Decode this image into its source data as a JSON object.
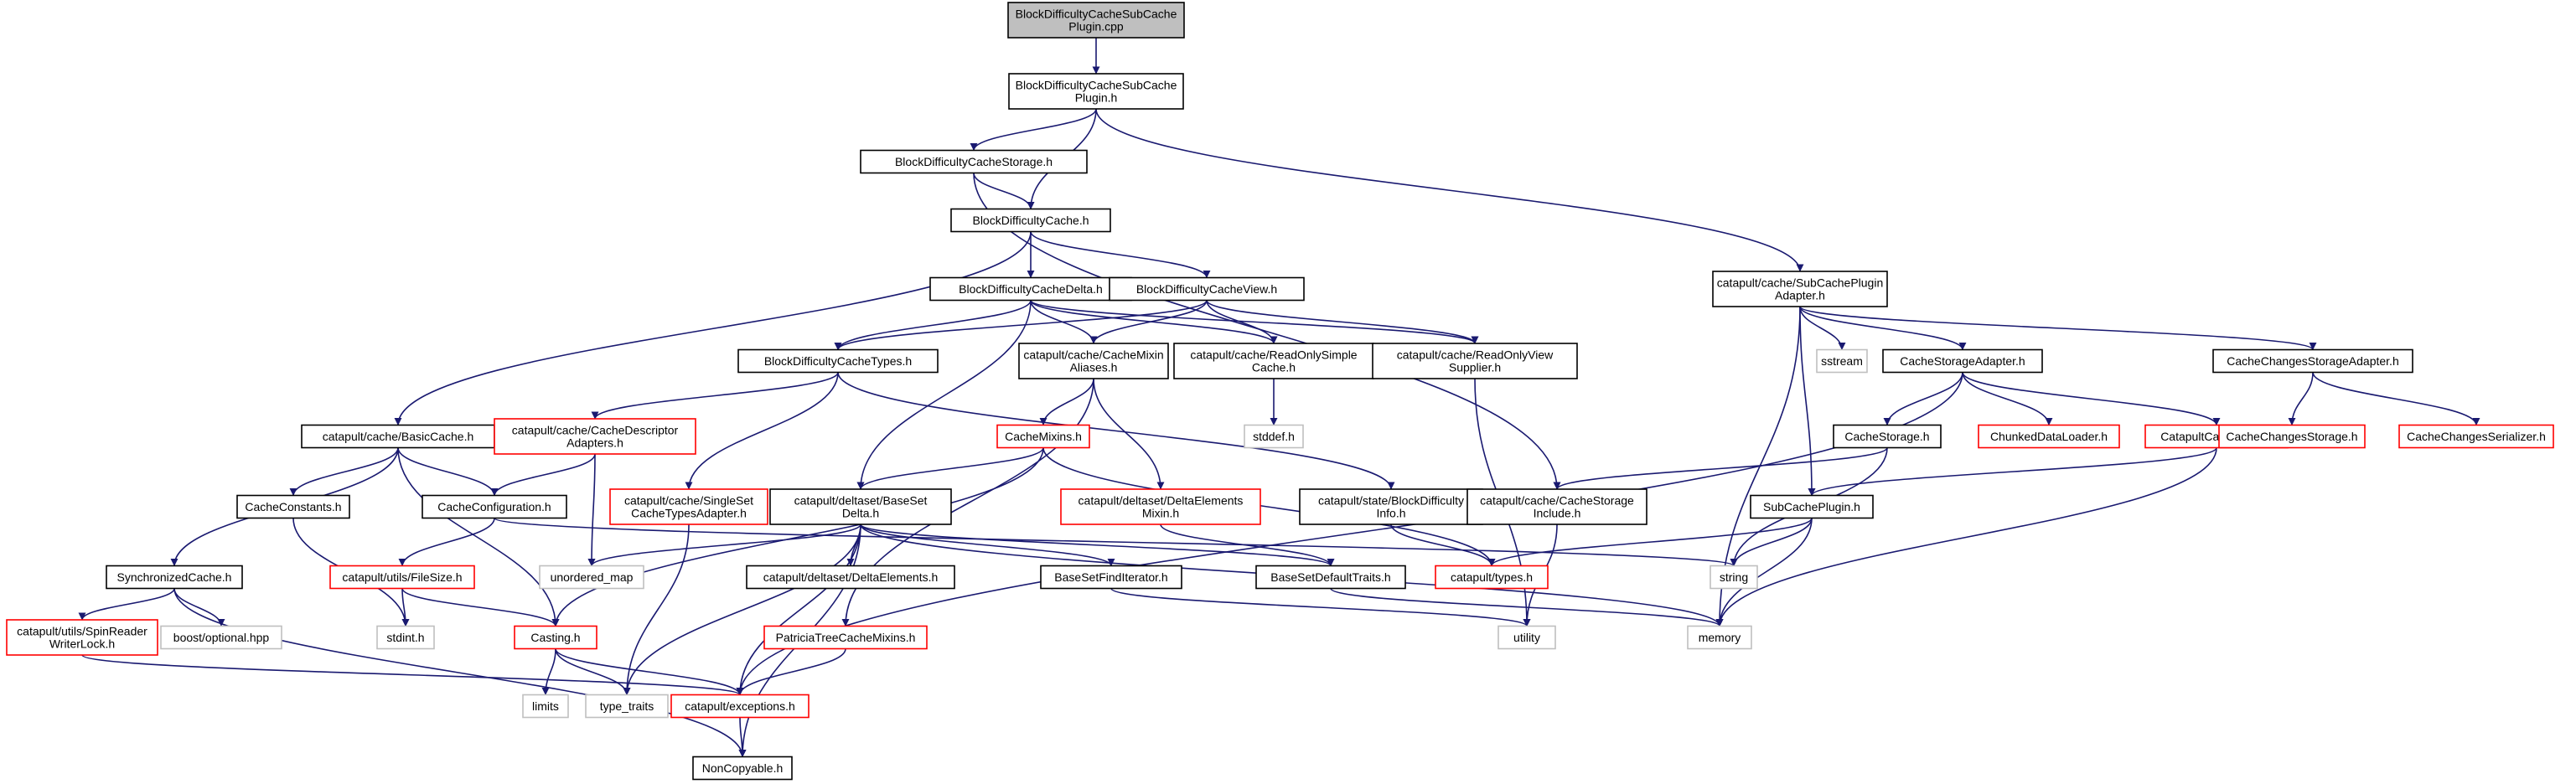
{
  "colors": {
    "edge": "#191970",
    "root_fill": "#bfbfbf",
    "normal_border": "#000000",
    "external_border": "#bfbfbf",
    "unexpanded_border": "#ff0000",
    "node_fill": "#ffffff"
  },
  "nodes": [
    {
      "id": "root",
      "kind": "root",
      "lines": [
        "BlockDifficultyCacheSubCache",
        "Plugin.cpp"
      ]
    },
    {
      "id": "plugin_h",
      "kind": "normal",
      "lines": [
        "BlockDifficultyCacheSubCache",
        "Plugin.h"
      ]
    },
    {
      "id": "storage_h",
      "kind": "normal",
      "lines": [
        "BlockDifficultyCacheStorage.h"
      ]
    },
    {
      "id": "cache_h",
      "kind": "normal",
      "lines": [
        "BlockDifficultyCache.h"
      ]
    },
    {
      "id": "delta_h",
      "kind": "normal",
      "lines": [
        "BlockDifficultyCacheDelta.h"
      ]
    },
    {
      "id": "view_h",
      "kind": "normal",
      "lines": [
        "BlockDifficultyCacheView.h"
      ]
    },
    {
      "id": "types_h",
      "kind": "normal",
      "lines": [
        "BlockDifficultyCacheTypes.h"
      ]
    },
    {
      "id": "mixin_aliases",
      "kind": "normal",
      "lines": [
        "catapult/cache/CacheMixin",
        "Aliases.h"
      ]
    },
    {
      "id": "readonly_simple",
      "kind": "normal",
      "lines": [
        "catapult/cache/ReadOnlySimple",
        "Cache.h"
      ]
    },
    {
      "id": "readonly_view",
      "kind": "normal",
      "lines": [
        "catapult/cache/ReadOnlyView",
        "Supplier.h"
      ]
    },
    {
      "id": "subcache_adapter",
      "kind": "normal",
      "lines": [
        "catapult/cache/SubCachePlugin",
        "Adapter.h"
      ]
    },
    {
      "id": "sstream",
      "kind": "external",
      "lines": [
        "sstream"
      ]
    },
    {
      "id": "storage_adapter",
      "kind": "normal",
      "lines": [
        "CacheStorageAdapter.h"
      ]
    },
    {
      "id": "changes_adapter",
      "kind": "normal",
      "lines": [
        "CacheChangesStorageAdapter.h"
      ]
    },
    {
      "id": "stddef",
      "kind": "external",
      "lines": [
        "stddef.h"
      ]
    },
    {
      "id": "basic_cache",
      "kind": "normal",
      "lines": [
        "catapult/cache/BasicCache.h"
      ]
    },
    {
      "id": "descriptor_adapters",
      "kind": "unexpanded",
      "lines": [
        "catapult/cache/CacheDescriptor",
        "Adapters.h"
      ]
    },
    {
      "id": "cache_mixins",
      "kind": "unexpanded",
      "lines": [
        "CacheMixins.h"
      ]
    },
    {
      "id": "delta_elements_mixin",
      "kind": "unexpanded",
      "lines": [
        "catapult/deltaset/DeltaElements",
        "Mixin.h"
      ]
    },
    {
      "id": "block_difficulty_info",
      "kind": "normal",
      "lines": [
        "catapult/state/BlockDifficulty",
        "Info.h"
      ]
    },
    {
      "id": "cache_storage_include",
      "kind": "normal",
      "lines": [
        "catapult/cache/CacheStorage",
        "Include.h"
      ]
    },
    {
      "id": "cache_storage",
      "kind": "normal",
      "lines": [
        "CacheStorage.h"
      ]
    },
    {
      "id": "chunked_loader",
      "kind": "unexpanded",
      "lines": [
        "ChunkedDataLoader.h"
      ]
    },
    {
      "id": "catapult_cache_view",
      "kind": "unexpanded",
      "lines": [
        "CatapultCacheView.h"
      ]
    },
    {
      "id": "changes_storage",
      "kind": "unexpanded",
      "lines": [
        "CacheChangesStorage.h"
      ]
    },
    {
      "id": "changes_serializer",
      "kind": "unexpanded",
      "lines": [
        "CacheChangesSerializer.h"
      ]
    },
    {
      "id": "cache_constants",
      "kind": "normal",
      "lines": [
        "CacheConstants.h"
      ]
    },
    {
      "id": "cache_configuration",
      "kind": "normal",
      "lines": [
        "CacheConfiguration.h"
      ]
    },
    {
      "id": "singleset_adapter",
      "kind": "unexpanded",
      "lines": [
        "catapult/cache/SingleSet",
        "CacheTypesAdapter.h"
      ]
    },
    {
      "id": "baseset_delta",
      "kind": "normal",
      "lines": [
        "catapult/deltaset/BaseSet",
        "Delta.h"
      ]
    },
    {
      "id": "subcache_plugin",
      "kind": "normal",
      "lines": [
        "SubCachePlugin.h"
      ]
    },
    {
      "id": "synchronized_cache",
      "kind": "normal",
      "lines": [
        "SynchronizedCache.h"
      ]
    },
    {
      "id": "filesize",
      "kind": "unexpanded",
      "lines": [
        "catapult/utils/FileSize.h"
      ]
    },
    {
      "id": "unordered_map",
      "kind": "external",
      "lines": [
        "unordered_map"
      ]
    },
    {
      "id": "delta_elements",
      "kind": "normal",
      "lines": [
        "catapult/deltaset/DeltaElements.h"
      ]
    },
    {
      "id": "find_iterator",
      "kind": "normal",
      "lines": [
        "BaseSetFindIterator.h"
      ]
    },
    {
      "id": "default_traits",
      "kind": "normal",
      "lines": [
        "BaseSetDefaultTraits.h"
      ]
    },
    {
      "id": "types_h_cat",
      "kind": "unexpanded",
      "lines": [
        "catapult/types.h"
      ]
    },
    {
      "id": "string",
      "kind": "external",
      "lines": [
        "string"
      ]
    },
    {
      "id": "spin_lock",
      "kind": "unexpanded",
      "lines": [
        "catapult/utils/SpinReader",
        "WriterLock.h"
      ]
    },
    {
      "id": "boost_optional",
      "kind": "external",
      "lines": [
        "boost/optional.hpp"
      ]
    },
    {
      "id": "stdint",
      "kind": "external",
      "lines": [
        "stdint.h"
      ]
    },
    {
      "id": "casting",
      "kind": "unexpanded",
      "lines": [
        "Casting.h"
      ]
    },
    {
      "id": "patricia",
      "kind": "unexpanded",
      "lines": [
        "PatriciaTreeCacheMixins.h"
      ]
    },
    {
      "id": "utility",
      "kind": "external",
      "lines": [
        "utility"
      ]
    },
    {
      "id": "memory",
      "kind": "external",
      "lines": [
        "memory"
      ]
    },
    {
      "id": "limits",
      "kind": "external",
      "lines": [
        "limits"
      ]
    },
    {
      "id": "type_traits",
      "kind": "external",
      "lines": [
        "type_traits"
      ]
    },
    {
      "id": "exceptions",
      "kind": "unexpanded",
      "lines": [
        "catapult/exceptions.h"
      ]
    },
    {
      "id": "noncopyable",
      "kind": "normal",
      "lines": [
        "NonCopyable.h"
      ]
    }
  ],
  "edges": [
    [
      "root",
      "plugin_h"
    ],
    [
      "plugin_h",
      "storage_h"
    ],
    [
      "plugin_h",
      "cache_h"
    ],
    [
      "plugin_h",
      "subcache_adapter"
    ],
    [
      "storage_h",
      "cache_h"
    ],
    [
      "storage_h",
      "cache_storage_include"
    ],
    [
      "cache_h",
      "delta_h"
    ],
    [
      "cache_h",
      "view_h"
    ],
    [
      "cache_h",
      "basic_cache"
    ],
    [
      "delta_h",
      "types_h"
    ],
    [
      "delta_h",
      "mixin_aliases"
    ],
    [
      "delta_h",
      "readonly_simple"
    ],
    [
      "delta_h",
      "readonly_view"
    ],
    [
      "delta_h",
      "baseset_delta"
    ],
    [
      "view_h",
      "types_h"
    ],
    [
      "view_h",
      "mixin_aliases"
    ],
    [
      "view_h",
      "readonly_simple"
    ],
    [
      "view_h",
      "readonly_view"
    ],
    [
      "types_h",
      "descriptor_adapters"
    ],
    [
      "types_h",
      "singleset_adapter"
    ],
    [
      "types_h",
      "block_difficulty_info"
    ],
    [
      "mixin_aliases",
      "cache_mixins"
    ],
    [
      "mixin_aliases",
      "delta_elements_mixin"
    ],
    [
      "mixin_aliases",
      "patricia"
    ],
    [
      "readonly_simple",
      "stddef"
    ],
    [
      "readonly_view",
      "utility"
    ],
    [
      "subcache_adapter",
      "sstream"
    ],
    [
      "subcache_adapter",
      "storage_adapter"
    ],
    [
      "subcache_adapter",
      "changes_adapter"
    ],
    [
      "subcache_adapter",
      "subcache_plugin"
    ],
    [
      "subcache_adapter",
      "memory"
    ],
    [
      "storage_adapter",
      "cache_storage"
    ],
    [
      "storage_adapter",
      "chunked_loader"
    ],
    [
      "storage_adapter",
      "catapult_cache_view"
    ],
    [
      "storage_adapter",
      "exceptions"
    ],
    [
      "changes_adapter",
      "changes_storage"
    ],
    [
      "changes_adapter",
      "changes_serializer"
    ],
    [
      "basic_cache",
      "cache_constants"
    ],
    [
      "basic_cache",
      "cache_configuration"
    ],
    [
      "basic_cache",
      "synchronized_cache"
    ],
    [
      "basic_cache",
      "casting"
    ],
    [
      "descriptor_adapters",
      "cache_configuration"
    ],
    [
      "descriptor_adapters",
      "unordered_map"
    ],
    [
      "cache_mixins",
      "baseset_delta"
    ],
    [
      "cache_mixins",
      "types_h_cat"
    ],
    [
      "cache_mixins",
      "casting"
    ],
    [
      "delta_elements_mixin",
      "default_traits"
    ],
    [
      "block_difficulty_info",
      "types_h_cat"
    ],
    [
      "cache_storage_include",
      "utility"
    ],
    [
      "cache_storage",
      "cache_storage_include"
    ],
    [
      "cache_storage",
      "string"
    ],
    [
      "catapult_cache_view",
      "subcache_plugin"
    ],
    [
      "catapult_cache_view",
      "memory"
    ],
    [
      "cache_constants",
      "stdint"
    ],
    [
      "cache_configuration",
      "filesize"
    ],
    [
      "cache_configuration",
      "string"
    ],
    [
      "singleset_adapter",
      "type_traits"
    ],
    [
      "baseset_delta",
      "unordered_map"
    ],
    [
      "baseset_delta",
      "delta_elements"
    ],
    [
      "baseset_delta",
      "find_iterator"
    ],
    [
      "baseset_delta",
      "default_traits"
    ],
    [
      "baseset_delta",
      "type_traits"
    ],
    [
      "baseset_delta",
      "exceptions"
    ],
    [
      "baseset_delta",
      "noncopyable"
    ],
    [
      "baseset_delta",
      "memory"
    ],
    [
      "subcache_plugin",
      "types_h_cat"
    ],
    [
      "subcache_plugin",
      "string"
    ],
    [
      "subcache_plugin",
      "memory"
    ],
    [
      "synchronized_cache",
      "spin_lock"
    ],
    [
      "synchronized_cache",
      "boost_optional"
    ],
    [
      "synchronized_cache",
      "noncopyable"
    ],
    [
      "filesize",
      "stdint"
    ],
    [
      "filesize",
      "casting"
    ],
    [
      "find_iterator",
      "utility"
    ],
    [
      "default_traits",
      "memory"
    ],
    [
      "spin_lock",
      "exceptions"
    ],
    [
      "casting",
      "limits"
    ],
    [
      "casting",
      "type_traits"
    ],
    [
      "casting",
      "exceptions"
    ],
    [
      "patricia",
      "exceptions"
    ],
    [
      "exceptions",
      "noncopyable"
    ]
  ]
}
